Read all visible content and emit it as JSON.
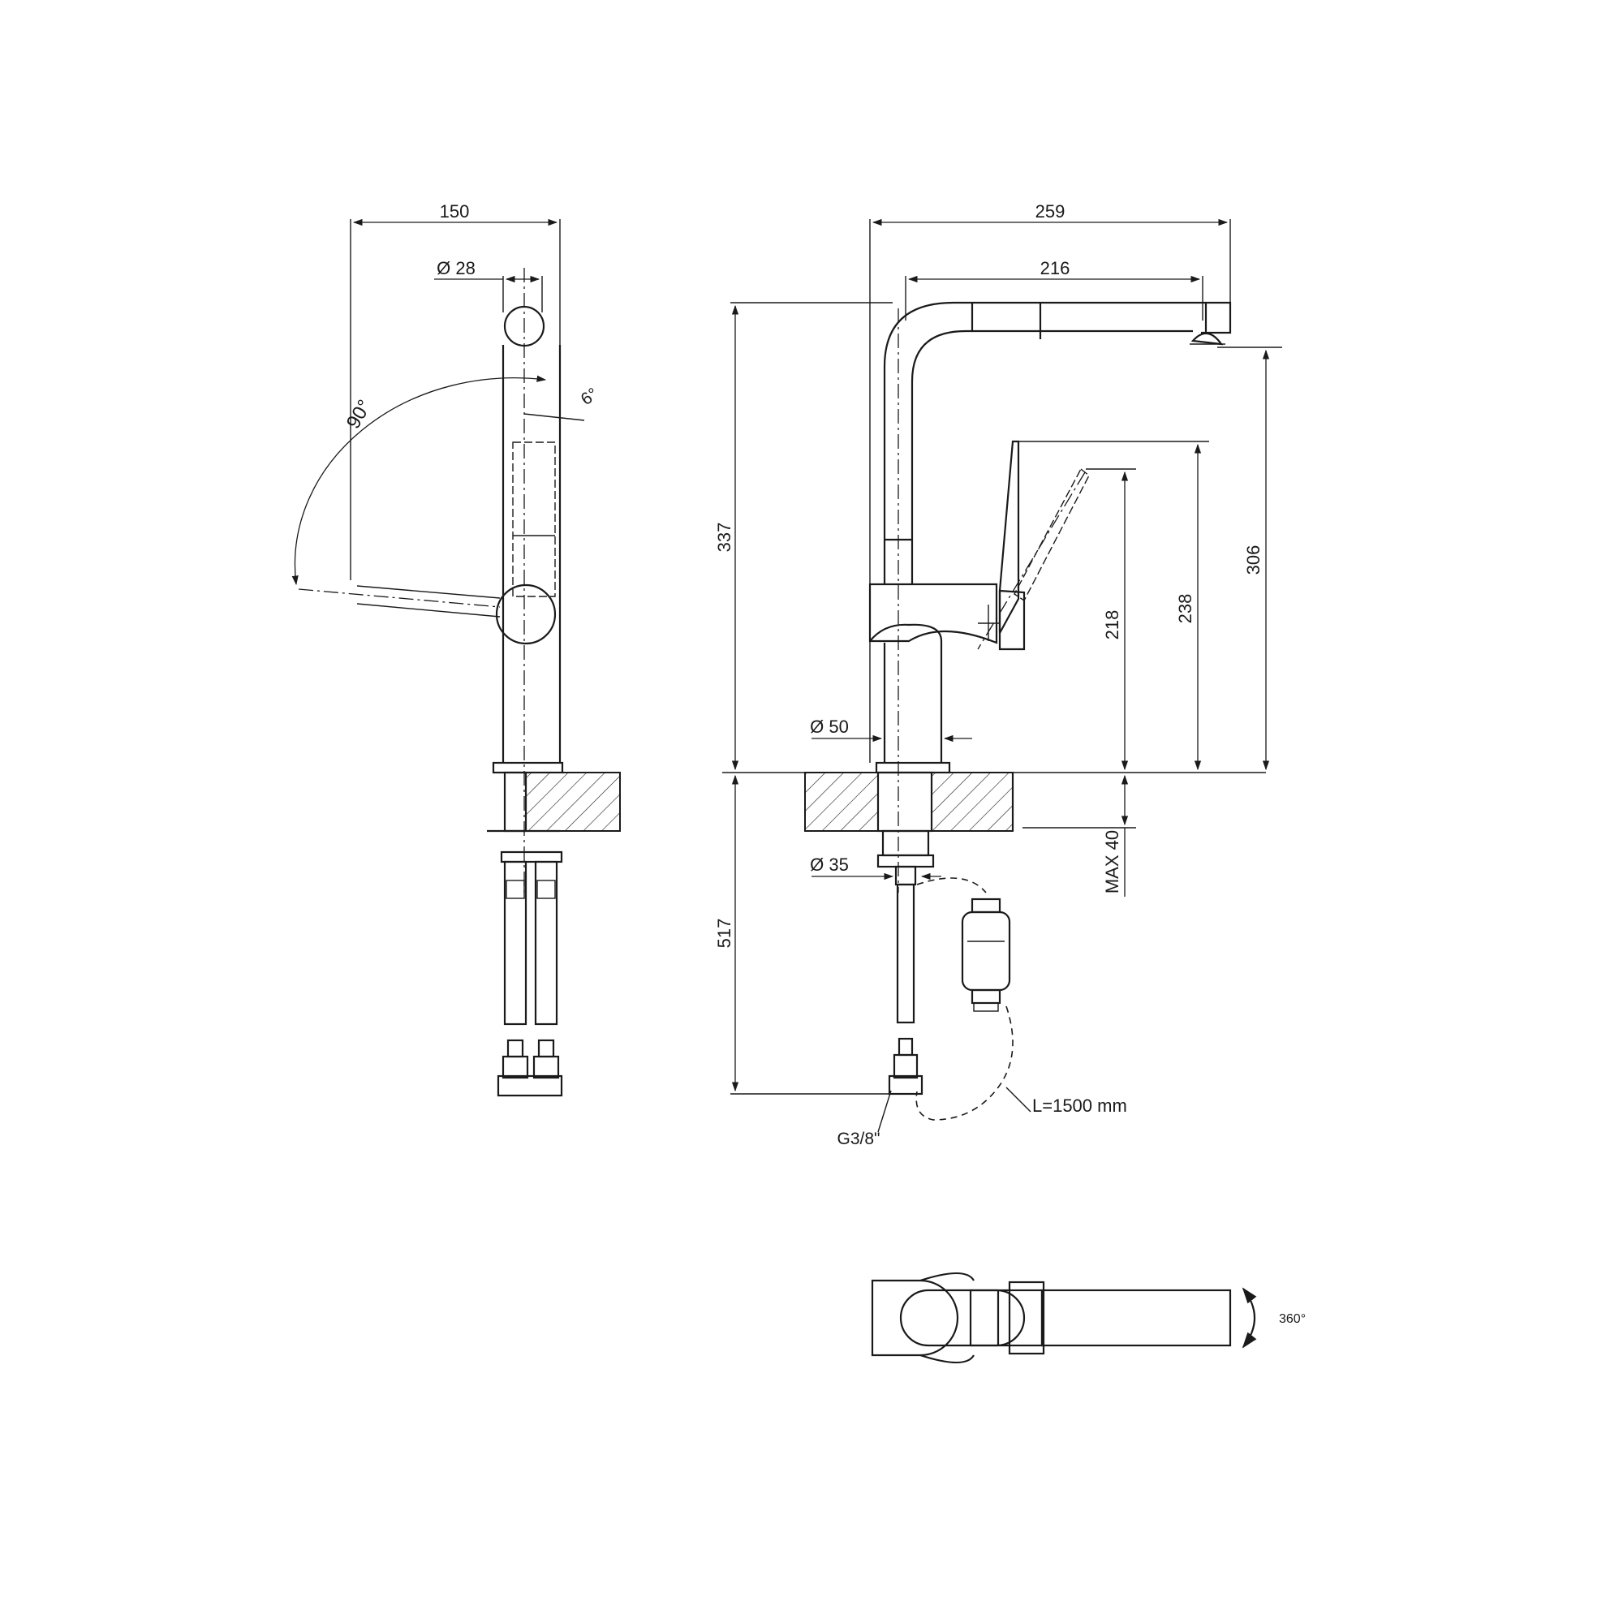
{
  "dimensions": {
    "side_width": "150",
    "side_spout_diameter": "Ø 28",
    "side_swing_angle": "90°",
    "side_tilt_angle": "6°",
    "front_total_width": "259",
    "front_spout_reach": "216",
    "front_total_height": "337",
    "front_spout_height": "306",
    "front_lever_height": "238",
    "front_lever_open_height": "218",
    "front_base_diameter": "Ø 50",
    "front_shank_diameter": "Ø 35",
    "front_max_deck": "MAX 40",
    "front_hose_length": "517",
    "front_hose_thread": "G3/8\"",
    "front_pullout_length": "L=1500 mm",
    "top_rotation": "360°"
  }
}
